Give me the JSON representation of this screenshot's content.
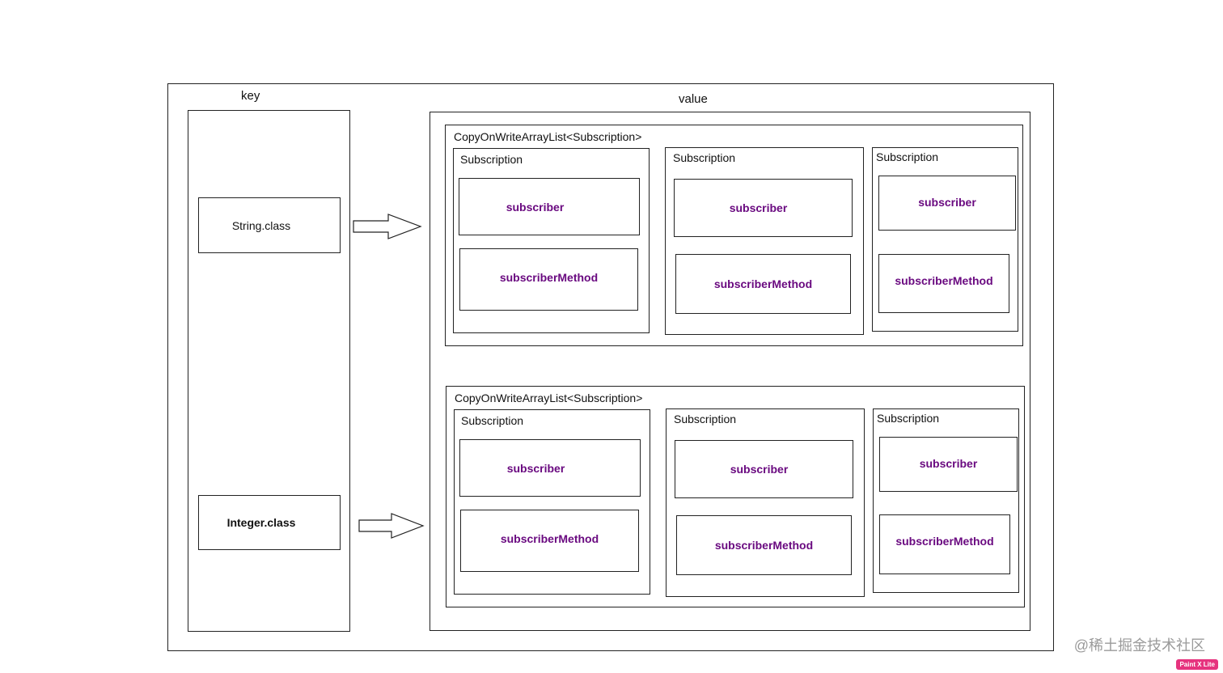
{
  "key_label": "key",
  "value_label": "value",
  "keys": [
    "String.class",
    "Integer.class"
  ],
  "lists": [
    {
      "title": "CopyOnWriteArrayList<Subscription>",
      "subscriptions": [
        {
          "title": "Subscription",
          "subscriber": "subscriber",
          "method": "subscriberMethod"
        },
        {
          "title": "Subscription",
          "subscriber": "subscriber",
          "method": "subscriberMethod"
        },
        {
          "title": "Subscription",
          "subscriber": "subscriber",
          "method": "subscriberMethod"
        }
      ]
    },
    {
      "title": "CopyOnWriteArrayList<Subscription>",
      "subscriptions": [
        {
          "title": "Subscription",
          "subscriber": "subscriber",
          "method": "subscriberMethod"
        },
        {
          "title": "Subscription",
          "subscriber": "subscriber",
          "method": "subscriberMethod"
        },
        {
          "title": "Subscription",
          "subscriber": "subscriber",
          "method": "subscriberMethod"
        }
      ]
    }
  ],
  "watermark": "@稀土掘金技术社区",
  "badge": "Paint X Lite",
  "colors": {
    "inner_text": "#6a0a80",
    "border": "#222222"
  }
}
